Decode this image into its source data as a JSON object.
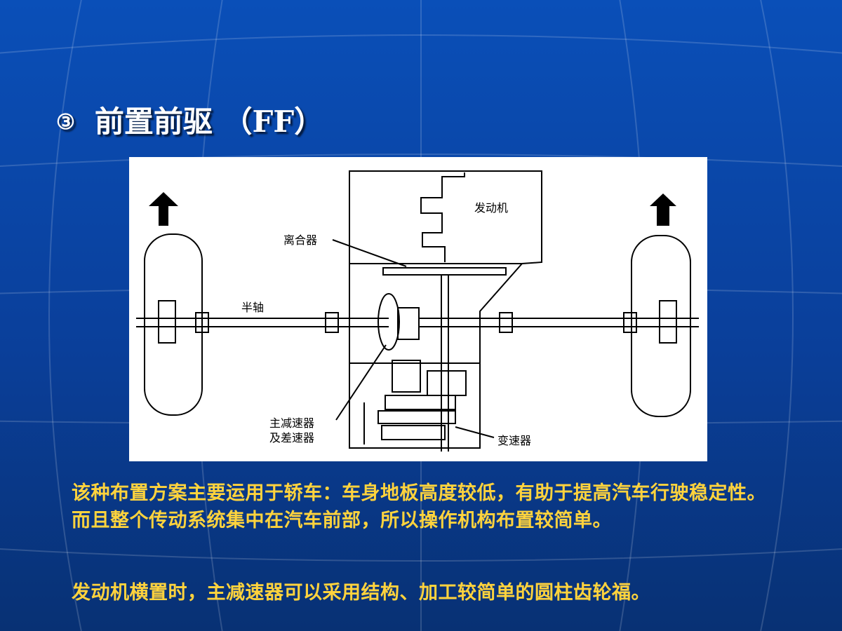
{
  "slide": {
    "title_number": "③",
    "title_text": "前置前驱 （FF）"
  },
  "figure": {
    "labels": {
      "engine": "发动机",
      "clutch": "离合器",
      "half_shaft": "半轴",
      "final_drive_line1": "主减速器",
      "final_drive_line2": "及差速器",
      "gearbox": "变速器"
    }
  },
  "paragraphs": [
    "该种布置方案主要运用于轿车：车身地板高度较低，有助于提高汽车行驶稳定性。而且整个传动系统集中在汽车前部，所以操作机构布置较简单。",
    "发动机横置时，主减速器可以采用结构、加工较简单的圆柱齿轮福。"
  ],
  "colors": {
    "background": "#0a4fb8",
    "title": "#ffffff",
    "body_text": "#ffd33d"
  }
}
